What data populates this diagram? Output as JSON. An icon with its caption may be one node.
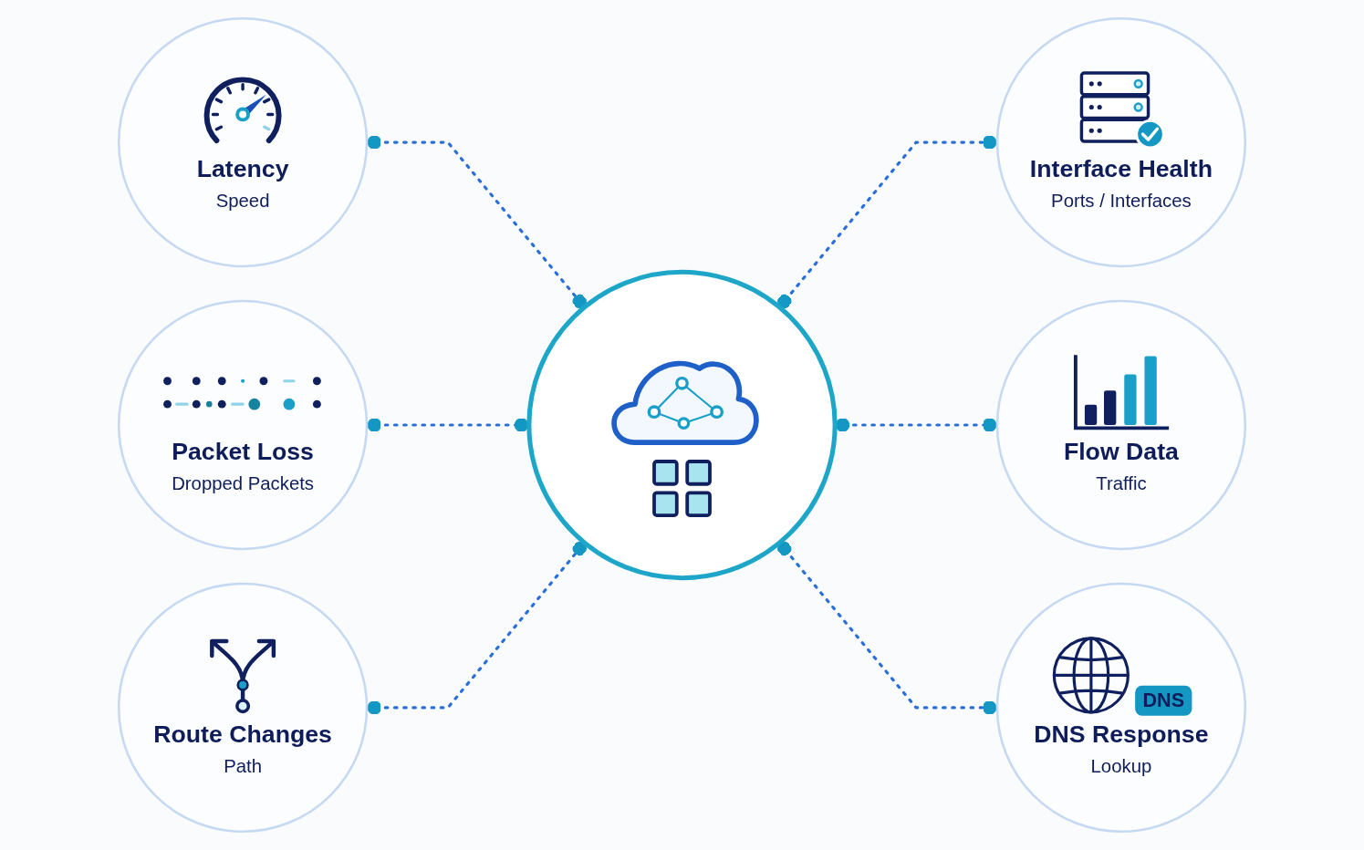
{
  "diagram": {
    "nodes": [
      {
        "text": [
          "Latency",
          "Speed"
        ]
      },
      {
        "text": [
          "Interface Health",
          "Ports / Interfaces"
        ]
      },
      {
        "text": [
          "Packet Loss",
          "Dropped Packets"
        ]
      },
      {
        "text": [],
        "shape": "circle"
      },
      {
        "text": [
          "Flow Data",
          "Traffic"
        ]
      },
      {
        "text": [
          "Route Changes",
          "Path"
        ]
      },
      {
        "text": [
          "DNS",
          "DNS Response",
          "Lookup"
        ]
      }
    ],
    "edges": [
      {
        "from": 0,
        "to": 3,
        "arrow": "other",
        "style": "dashed"
      },
      {
        "from": 3,
        "to": 1,
        "arrow": "other",
        "style": "dashed"
      },
      {
        "from": 2,
        "to": 3,
        "arrow": "other",
        "style": "dashed"
      },
      {
        "from": 3,
        "to": 4,
        "arrow": "other",
        "style": "dashed"
      },
      {
        "from": 5,
        "to": 3,
        "arrow": "other",
        "style": "dashed"
      },
      {
        "from": 3,
        "to": 6,
        "arrow": "other",
        "style": "dashed"
      }
    ]
  }
}
